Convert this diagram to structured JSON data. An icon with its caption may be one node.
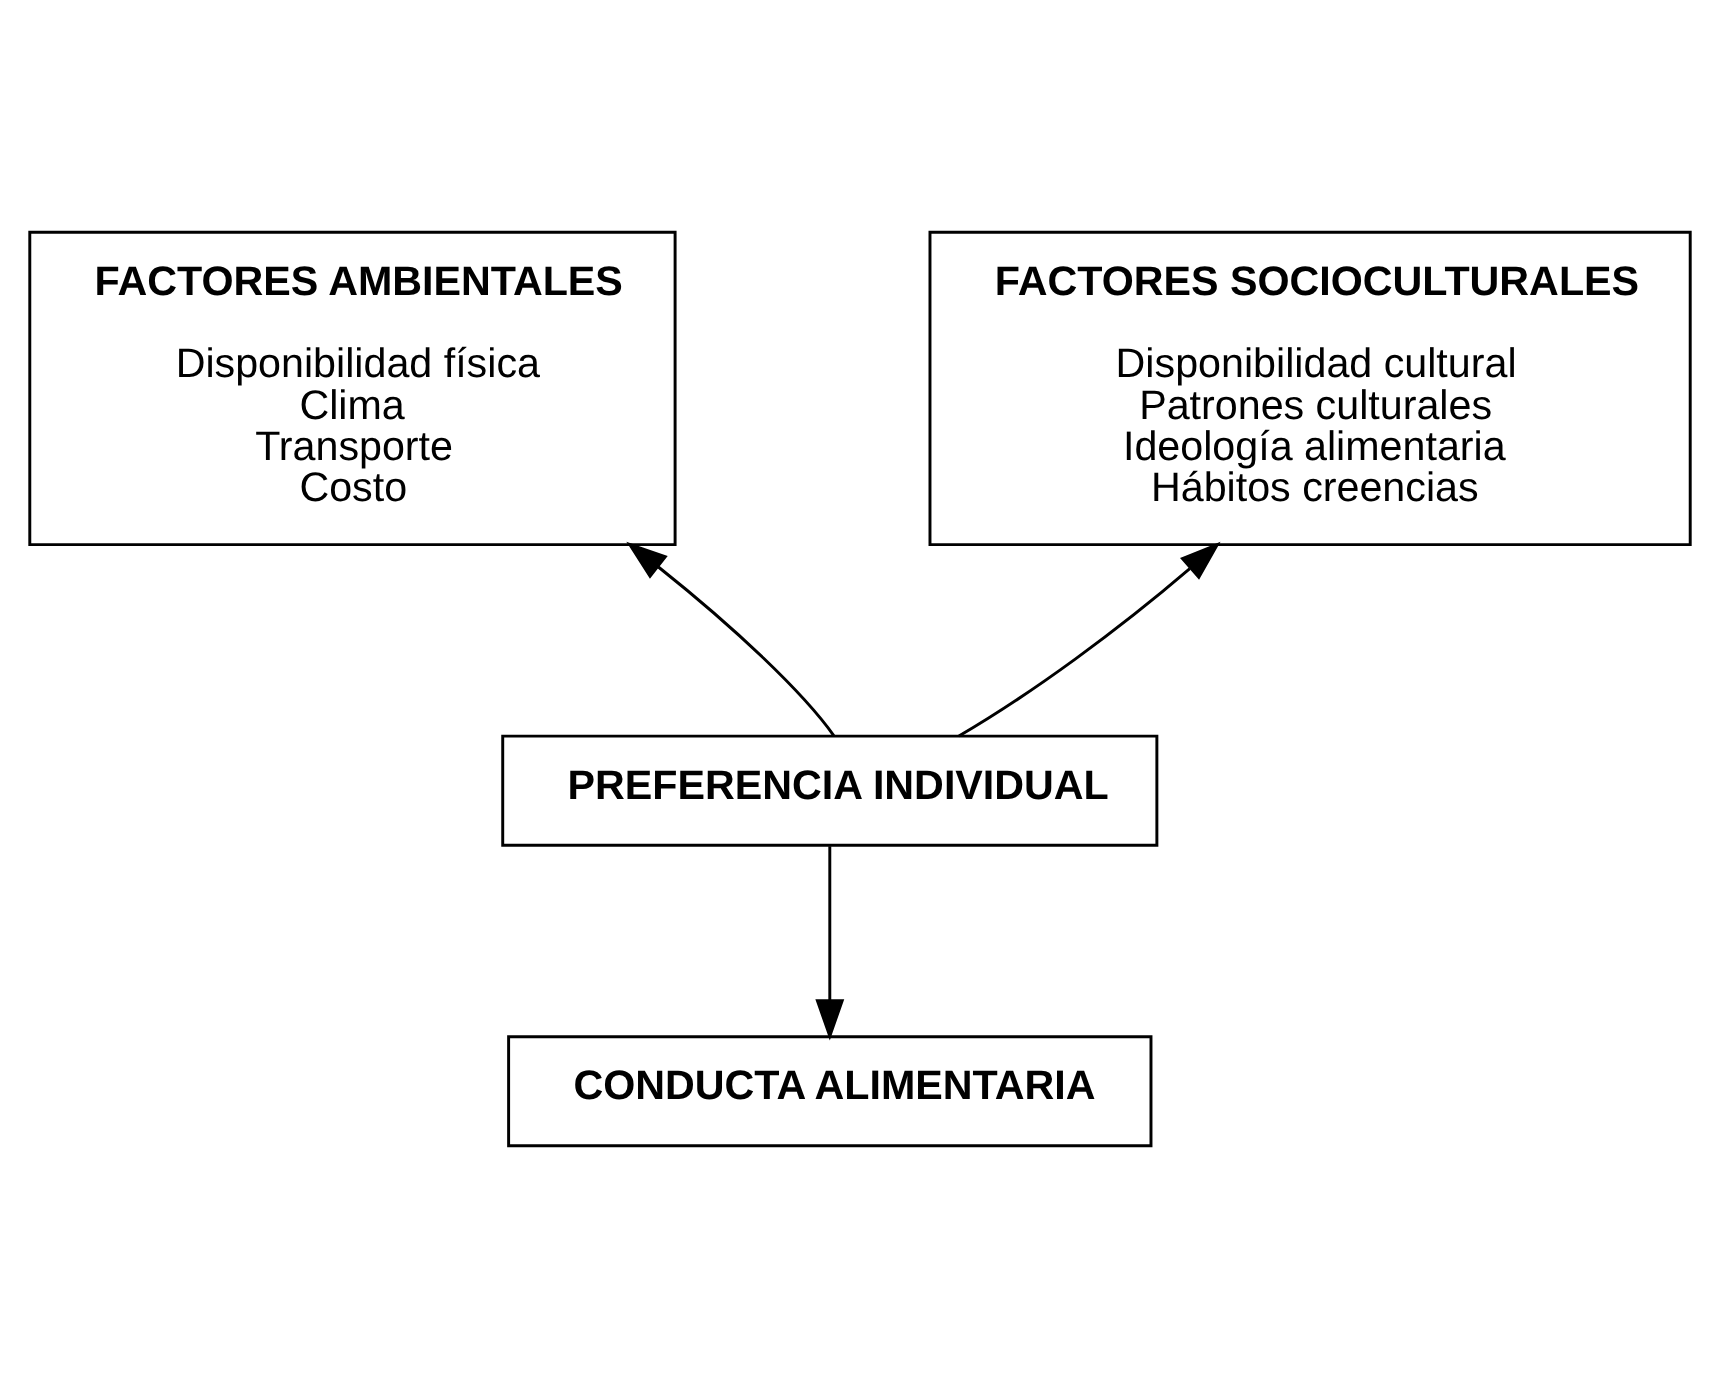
{
  "diagram": {
    "nodes": [
      {
        "text": [
          "FACTORES AMBIENTALES",
          "Disponibilidad física",
          "Clima",
          "Transporte",
          "Costo"
        ]
      },
      {
        "text": [
          "FACTORES SOCIOCULTURALES",
          "Disponibilidad cultural",
          "Patrones culturales",
          "Ideología alimentaria",
          "Hábitos creencias"
        ]
      },
      {
        "text": [
          "PREFERENCIA INDIVIDUAL"
        ]
      },
      {
        "text": [
          "CONDUCTA ALIMENTARIA"
        ]
      }
    ],
    "edges": [
      {
        "from": 2,
        "to": 0,
        "arrow": "to"
      },
      {
        "from": 2,
        "to": 1,
        "arrow": "to"
      },
      {
        "from": 2,
        "to": 3,
        "arrow": "to"
      }
    ]
  }
}
